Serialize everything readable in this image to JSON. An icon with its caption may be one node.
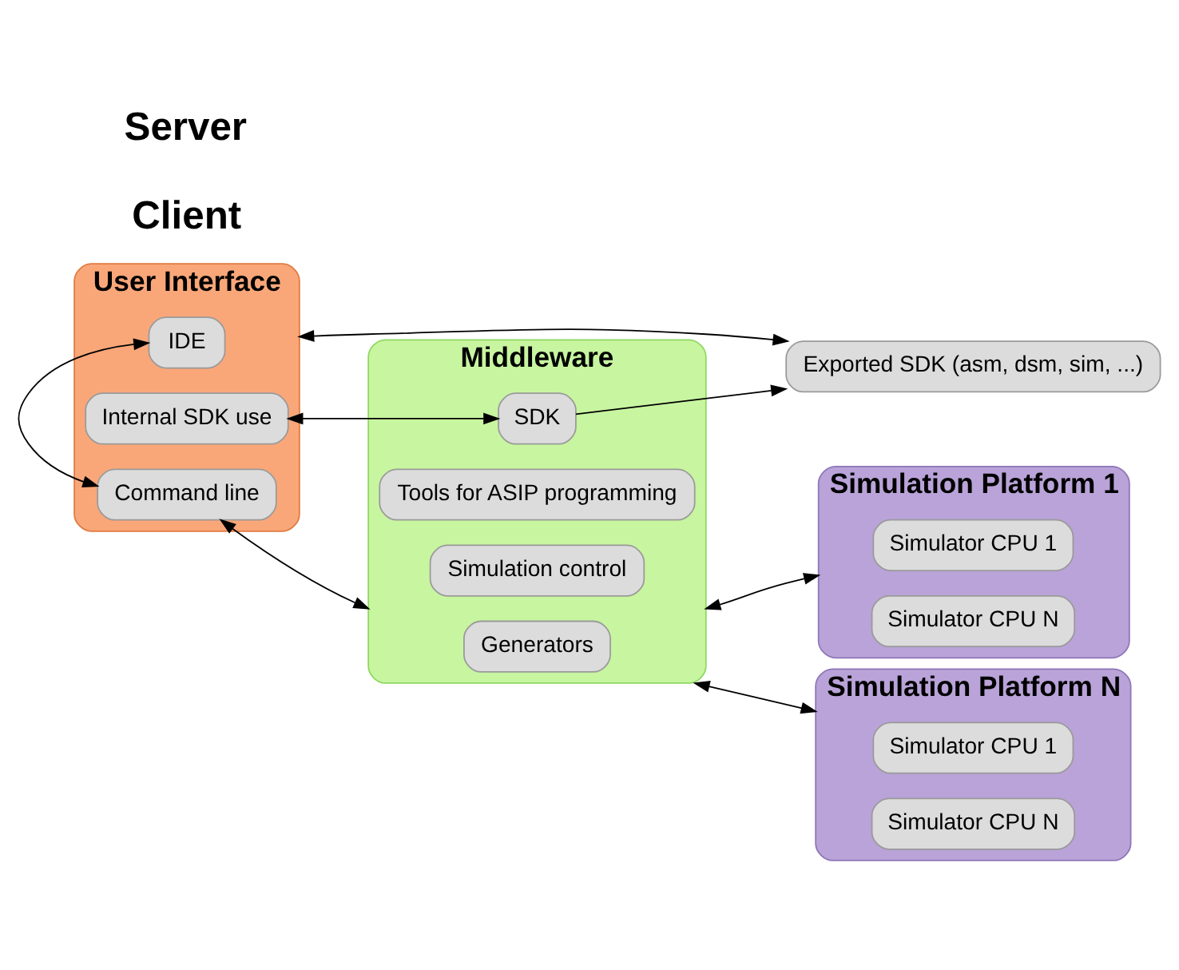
{
  "diagram": {
    "nodes": [
      {
        "text": [
          "User Interface"
        ]
      },
      {
        "text": [
          "IDE"
        ],
        "in": 0
      },
      {
        "text": [
          "Command line"
        ],
        "in": 0
      },
      {
        "text": [
          "Internal SDK use"
        ],
        "in": 0
      },
      {
        "text": [
          "Middleware"
        ]
      },
      {
        "text": [
          "Generators"
        ],
        "in": 4
      },
      {
        "text": [
          "Tools for ASIP programming"
        ],
        "in": 4
      },
      {
        "text": [
          "Simulation control"
        ],
        "in": 4
      },
      {
        "text": [
          "SDK"
        ],
        "in": 4
      },
      {
        "text": [
          "Simulation Platform 1"
        ]
      },
      {
        "text": [
          "Simulator CPU 1"
        ],
        "in": 9
      },
      {
        "text": [
          "Simulator CPU N"
        ],
        "in": 9
      },
      {
        "text": [
          "Simulation Platform N"
        ]
      },
      {
        "text": [
          "Simulator CPU 1"
        ],
        "in": 12
      },
      {
        "text": [
          "Simulator CPU N"
        ],
        "in": 12
      },
      {
        "text": [
          "Exported SDK (asm, dsm, sim, ...)"
        ]
      }
    ],
    "edges": [
      {
        "from": 1,
        "to": 2,
        "arrow": "both"
      },
      {
        "from": 2,
        "to": 4,
        "arrow": "both"
      },
      {
        "from": 3,
        "to": 8,
        "arrow": "both"
      },
      {
        "from": 0,
        "to": 15,
        "arrow": "both"
      },
      {
        "from": 8,
        "to": 15,
        "arrow": "to"
      },
      {
        "from": 4,
        "to": 9,
        "arrow": "both"
      },
      {
        "from": 4,
        "to": 12,
        "arrow": "both"
      }
    ],
    "labels": [
      "Client",
      "Server"
    ]
  }
}
